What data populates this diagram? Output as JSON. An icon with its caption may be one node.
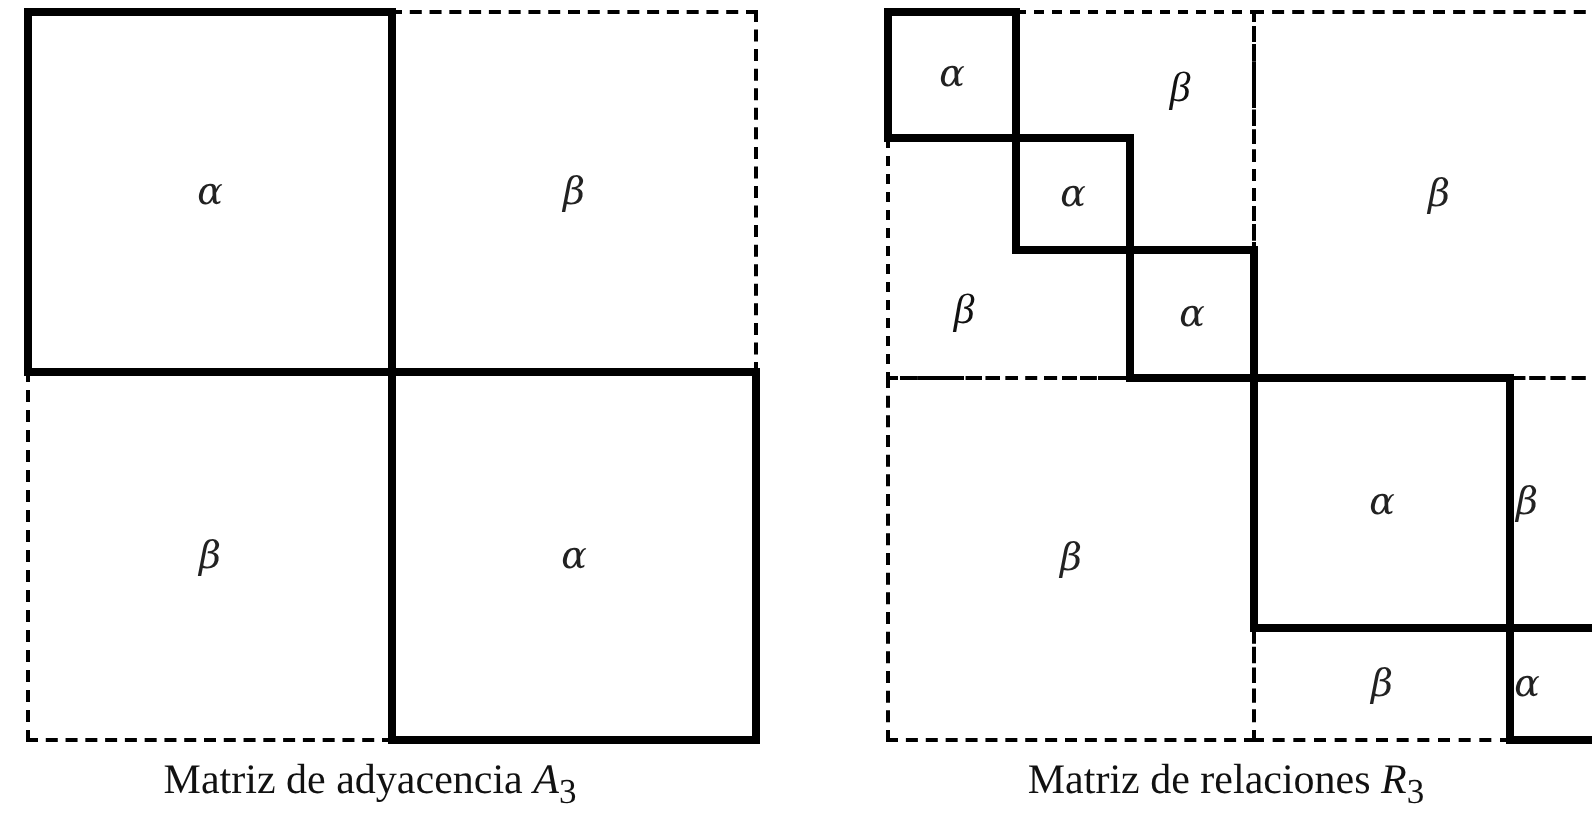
{
  "diagram": {
    "nodes": [
      {
        "text": [
          "α"
        ]
      },
      {
        "text": [
          "β"
        ]
      },
      {
        "text": [
          "β"
        ]
      },
      {
        "text": [
          "α"
        ]
      },
      {
        "text": [
          "α"
        ]
      },
      {
        "text": [
          "α"
        ]
      },
      {
        "text": [
          "α"
        ]
      },
      {
        "text": [
          "β"
        ]
      },
      {
        "text": [
          "β"
        ]
      },
      {
        "text": [
          "α"
        ]
      },
      {
        "text": [
          "β"
        ]
      },
      {
        "text": [
          "β"
        ]
      },
      {
        "text": [
          "α"
        ]
      }
    ],
    "labels": [
      "β",
      "β",
      "Matriz de adyacencia *A*$_{3}$",
      "Matriz de relaciones *R*$_{3}$"
    ]
  }
}
